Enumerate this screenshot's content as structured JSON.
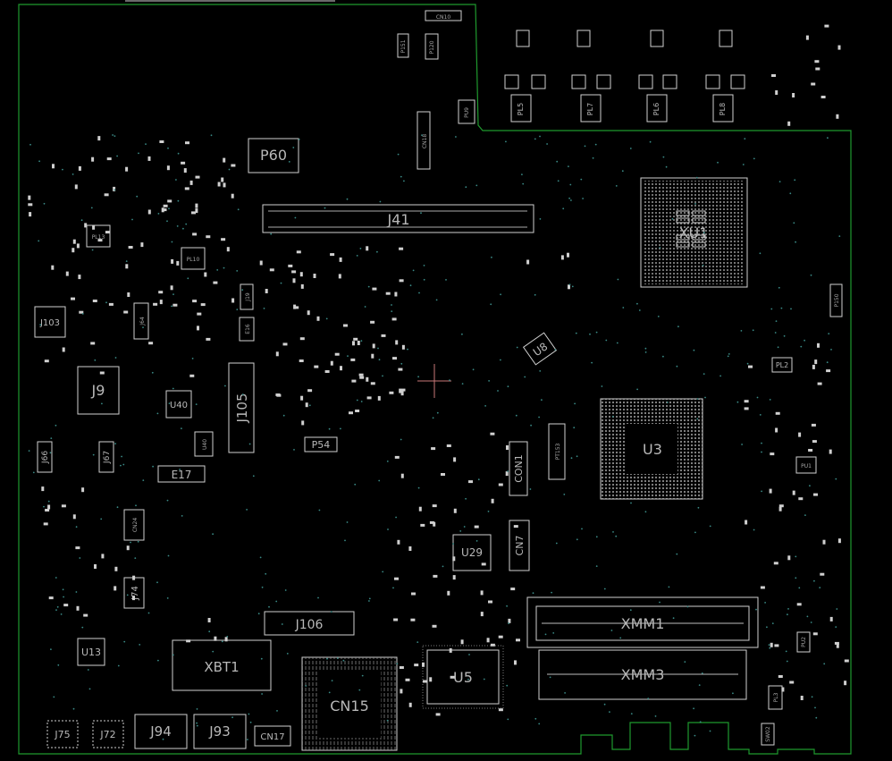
{
  "board": {
    "colors": {
      "background": "#000000",
      "outline": "#1f9a2e",
      "silkscreen": "#cfcfcf",
      "label": "#b8b8b8",
      "via": "#3a8a86",
      "crosshair": "#c87878"
    }
  },
  "labels": {
    "p60": "P60",
    "j41": "J41",
    "xu1": "XU1",
    "u8": "U8",
    "j103": "J103",
    "j9": "J9",
    "u40a": "U40",
    "u40b": "U40",
    "j105": "J105",
    "j66": "J66",
    "j67": "J67",
    "e17": "E17",
    "p54": "P54",
    "u3": "U3",
    "con1": "CON1",
    "cn7": "CN7",
    "u29": "U29",
    "j74": "J74",
    "cn24": "CN24",
    "j106": "J106",
    "xmm1": "XMM1",
    "xmm3": "XMM3",
    "u13": "U13",
    "xbt1": "XBT1",
    "u5": "U5",
    "cn15": "CN15",
    "j75": "J75",
    "j72": "J72",
    "j94": "J94",
    "j93": "J93",
    "cn17": "CN17",
    "cn10": "CN10",
    "cn18": "CN18",
    "pl5": "PL5",
    "pl7": "PL7",
    "pl6": "PL6",
    "pl8": "PL8",
    "pu9": "PU9",
    "pl2": "PL2",
    "pl3": "PL3",
    "pu1": "PU1",
    "pl13": "PL13",
    "pl10": "PL10",
    "j19": "J19",
    "e16": "E16",
    "p150": "P150",
    "p151": "P151",
    "p120": "P120",
    "j64": "J64",
    "pu2": "PU2",
    "sw02": "SW02"
  }
}
